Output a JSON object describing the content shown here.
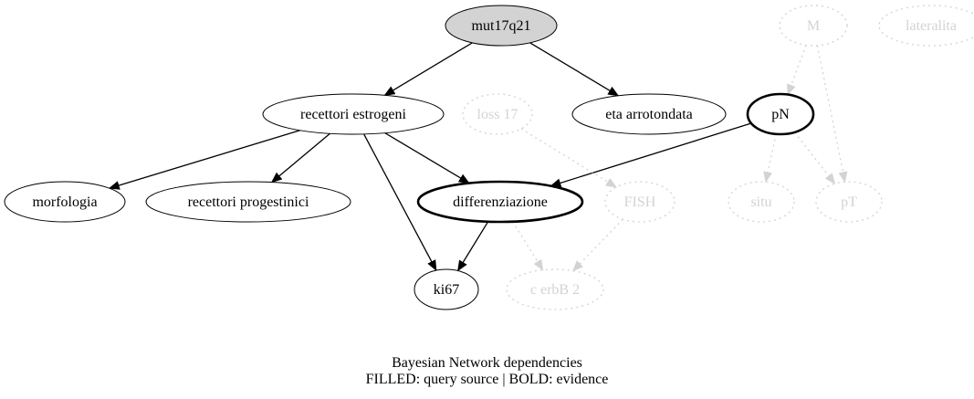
{
  "nodes": {
    "mut17q21": {
      "label": "mut17q21",
      "style": "filled"
    },
    "M": {
      "label": "M",
      "style": "faded"
    },
    "lateralita": {
      "label": "lateralita",
      "style": "faded"
    },
    "recettori_estrogeni": {
      "label": "recettori estrogeni",
      "style": "normal"
    },
    "loss17": {
      "label": "loss 17",
      "style": "faded"
    },
    "eta_arrotondata": {
      "label": "eta arrotondata",
      "style": "normal"
    },
    "pN": {
      "label": "pN",
      "style": "bold"
    },
    "morfologia": {
      "label": "morfologia",
      "style": "normal"
    },
    "recettori_progestinici": {
      "label": "recettori progestinici",
      "style": "normal"
    },
    "differenziazione": {
      "label": "differenziazione",
      "style": "bold"
    },
    "FISH": {
      "label": "FISH",
      "style": "faded"
    },
    "situ": {
      "label": "situ",
      "style": "faded"
    },
    "pT": {
      "label": "pT",
      "style": "faded"
    },
    "ki67": {
      "label": "ki67",
      "style": "normal"
    },
    "c_erbB_2": {
      "label": "c erbB 2",
      "style": "faded"
    }
  },
  "edges": [
    {
      "from": "mut17q21",
      "to": "recettori_estrogeni",
      "style": "normal"
    },
    {
      "from": "mut17q21",
      "to": "eta_arrotondata",
      "style": "normal"
    },
    {
      "from": "recettori_estrogeni",
      "to": "morfologia",
      "style": "normal"
    },
    {
      "from": "recettori_estrogeni",
      "to": "recettori_progestinici",
      "style": "normal"
    },
    {
      "from": "recettori_estrogeni",
      "to": "differenziazione",
      "style": "normal"
    },
    {
      "from": "recettori_estrogeni",
      "to": "ki67",
      "style": "normal"
    },
    {
      "from": "pN",
      "to": "differenziazione",
      "style": "normal"
    },
    {
      "from": "differenziazione",
      "to": "ki67",
      "style": "normal"
    },
    {
      "from": "M",
      "to": "pN",
      "style": "faded"
    },
    {
      "from": "M",
      "to": "pT",
      "style": "faded"
    },
    {
      "from": "pN",
      "to": "situ",
      "style": "faded"
    },
    {
      "from": "pN",
      "to": "pT",
      "style": "faded"
    },
    {
      "from": "loss17",
      "to": "FISH",
      "style": "faded"
    },
    {
      "from": "FISH",
      "to": "c_erbB_2",
      "style": "faded"
    },
    {
      "from": "differenziazione",
      "to": "c_erbB_2",
      "style": "faded"
    }
  ],
  "caption": {
    "line1": "Bayesian Network dependencies",
    "line2": "FILLED: query source | BOLD: evidence"
  },
  "colors": {
    "stroke": "#000000",
    "faded": "#d3d3d3",
    "filled": "#d3d3d3",
    "background": "#ffffff"
  }
}
